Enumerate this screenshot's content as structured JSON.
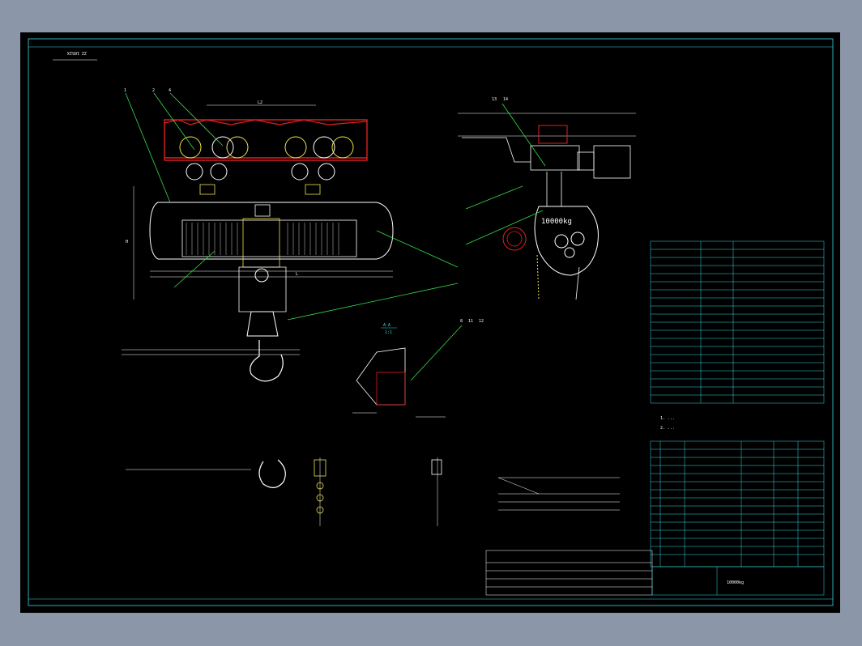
{
  "drawing": {
    "stamp": "ZZ 1052X",
    "capacity_label": "10000kg",
    "section_label": "A-A",
    "section_scale": "1:1",
    "front_view_labels": [
      "1",
      "2",
      "4"
    ],
    "side_view_labels": [
      "13",
      "14"
    ],
    "detail_labels": [
      "8",
      "11",
      "12"
    ],
    "dimension_L2": "L2",
    "dimension_L": "L",
    "dimension_H": "H",
    "title_block": {
      "drawing_name": "10000kg",
      "note_line_1": "1. ...",
      "note_line_2": "2. ..."
    }
  },
  "colors": {
    "background": "#8b96a8",
    "sheet": "#000000",
    "frame": "#35d9e6",
    "outline": "#ffffff",
    "rails": "#e02020",
    "wheels": "#f2e24a",
    "leaders": "#35e04a"
  }
}
